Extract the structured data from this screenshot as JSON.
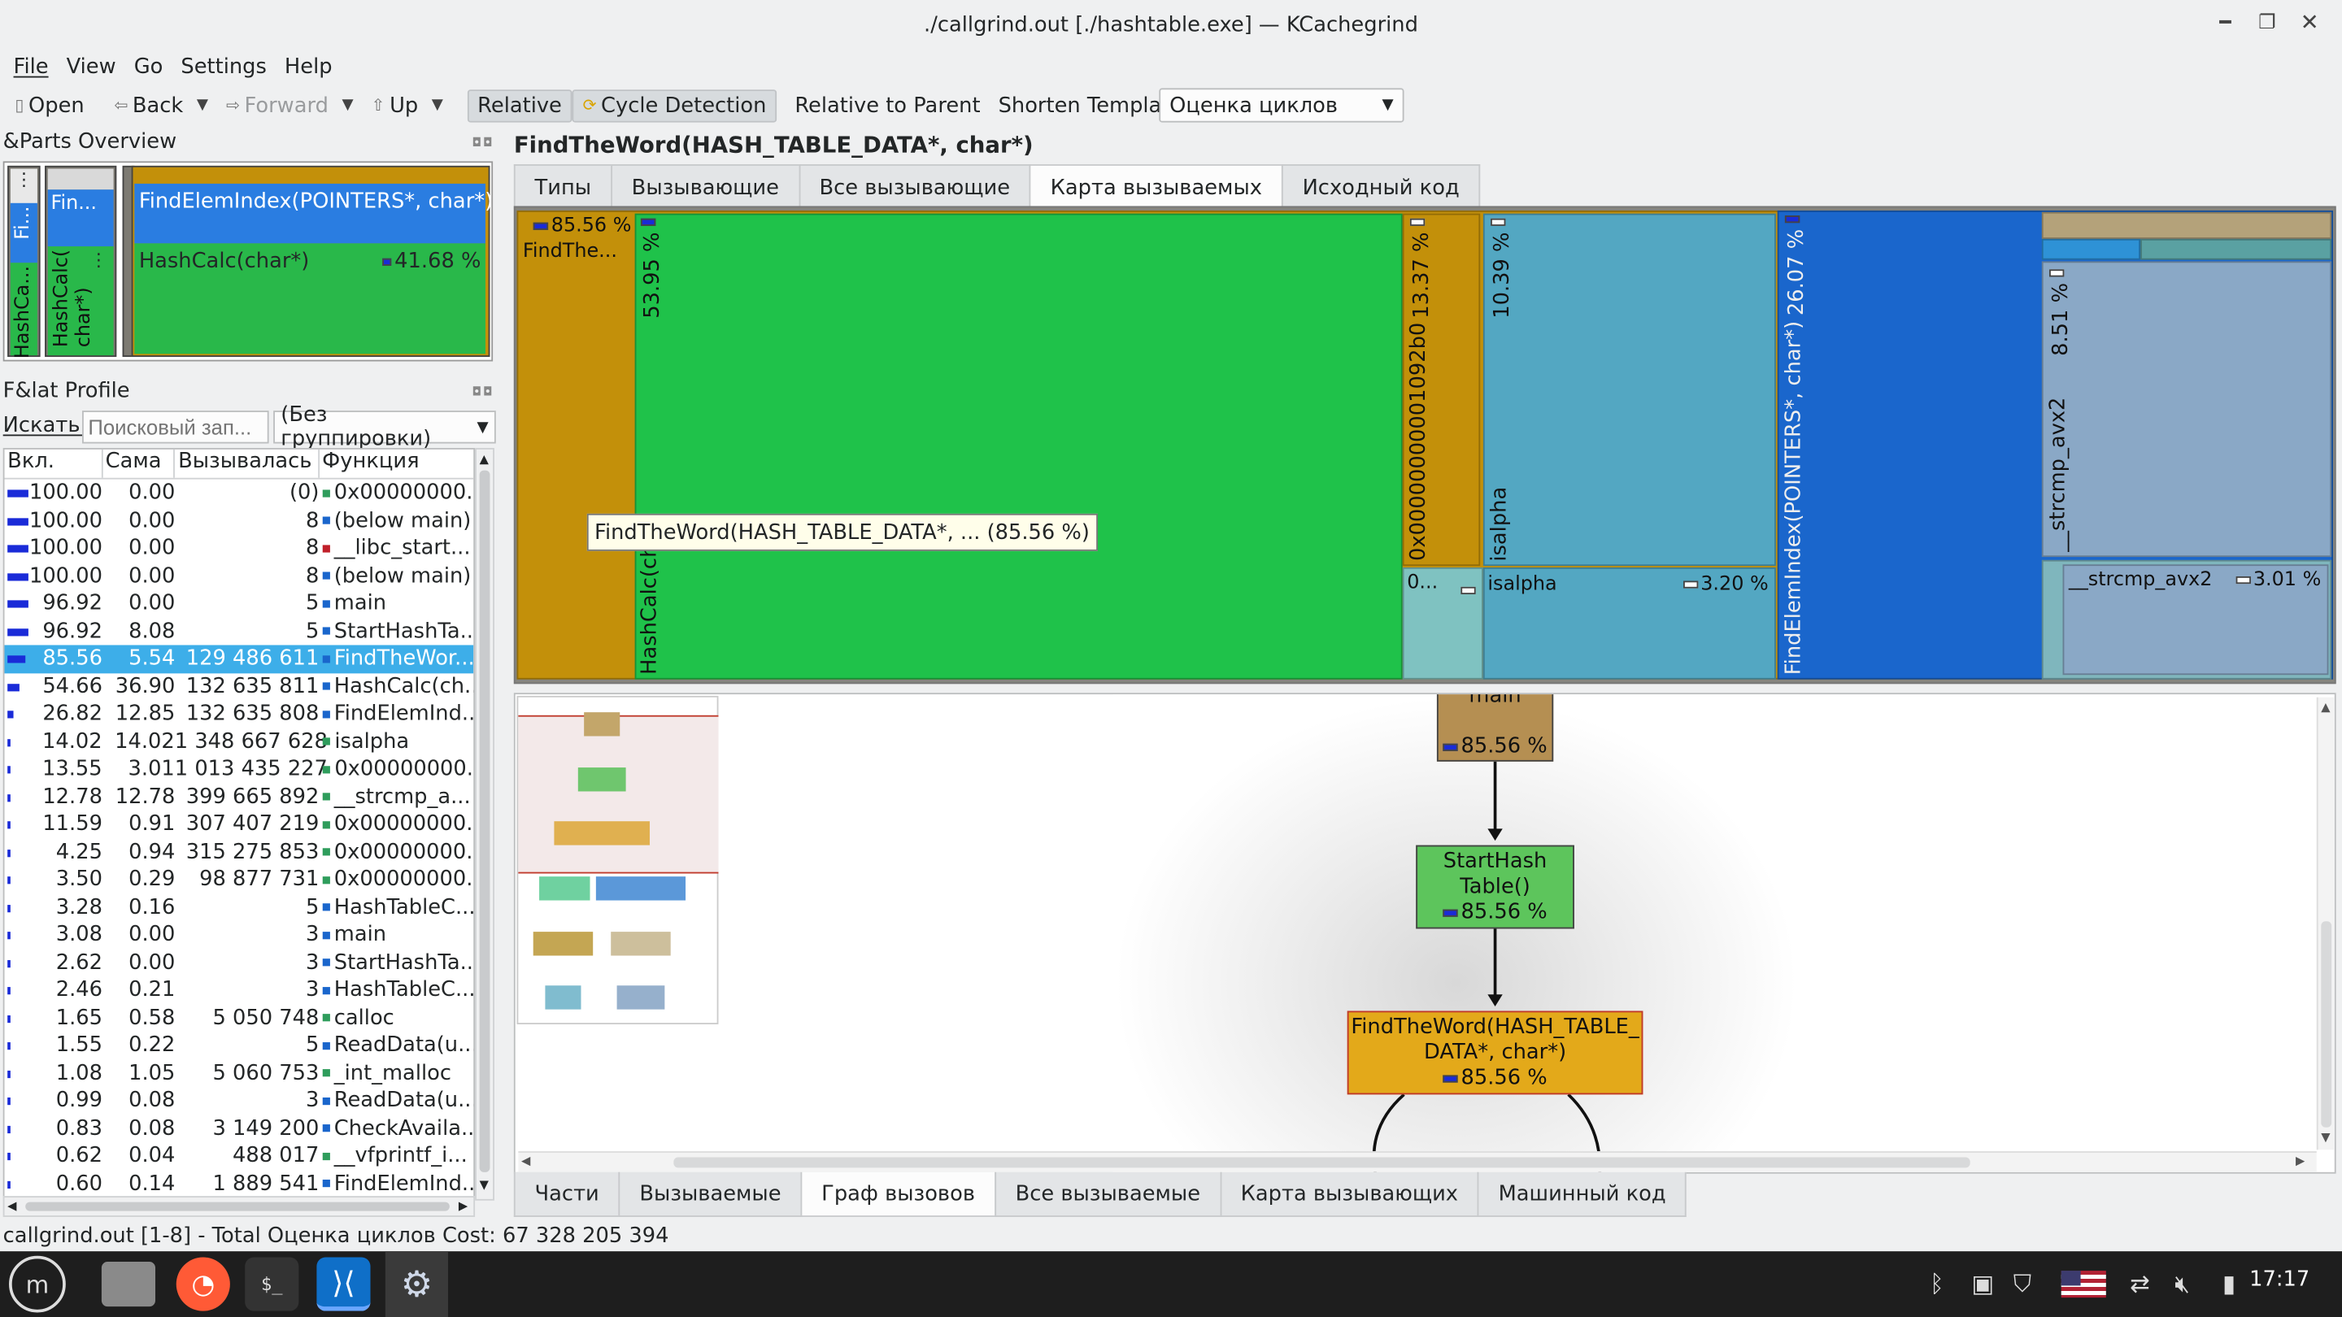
{
  "window": {
    "title": "./callgrind.out [./hashtable.exe] — KCachegrind"
  },
  "menu": [
    "File",
    "View",
    "Go",
    "Settings",
    "Help"
  ],
  "toolbar": {
    "open": "Open",
    "back": "Back",
    "forward": "Forward",
    "up": "Up",
    "relative": "Relative",
    "cycle": "Cycle Detection",
    "relative_parent": "Relative to Parent",
    "shorten": "Shorten Templates",
    "cost_type": "Оценка циклов"
  },
  "parts": {
    "title": "&Parts Overview",
    "labels": [
      "⋮",
      "Fi...",
      "HashCa...",
      "Fin...",
      "HashCalc(\nchar*)",
      "⋮",
      "FindElemIndex(POINTERS*, char*)",
      "HashCalc(char*)",
      "41.68 %"
    ]
  },
  "flat": {
    "title": "F&lat Profile",
    "search_label": "Искать:",
    "search_placeholder": "Поисковый зап...",
    "grouping": "(Без группировки)",
    "headers": [
      "Вкл.",
      "Сама",
      "Вызывалась",
      "Функция"
    ],
    "rows": [
      {
        "incl": "100.00",
        "self": "0.00",
        "called": "(0)",
        "func": "0x00000000...",
        "bar": 100,
        "color": "#2f9d5c"
      },
      {
        "incl": "100.00",
        "self": "0.00",
        "called": "8",
        "func": "(below main)",
        "bar": 100,
        "color": "#1a66cc"
      },
      {
        "incl": "100.00",
        "self": "0.00",
        "called": "8",
        "func": "__libc_start...",
        "bar": 100,
        "color": "#c0202a"
      },
      {
        "incl": "100.00",
        "self": "0.00",
        "called": "8",
        "func": "(below main)",
        "bar": 100,
        "color": "#1a66cc"
      },
      {
        "incl": "96.92",
        "self": "0.00",
        "called": "5",
        "func": "main",
        "bar": 97,
        "color": "#1a66cc"
      },
      {
        "incl": "96.92",
        "self": "8.08",
        "called": "5",
        "func": "StartHashTa...",
        "bar": 97,
        "color": "#1a66cc"
      },
      {
        "incl": "85.56",
        "self": "5.54",
        "called": "129 486 611",
        "func": "FindTheWor...",
        "bar": 86,
        "color": "#1a66cc",
        "selected": true
      },
      {
        "incl": "54.66",
        "self": "36.90",
        "called": "132 635 811",
        "func": "HashCalc(ch...",
        "bar": 55,
        "color": "#1a66cc"
      },
      {
        "incl": "26.82",
        "self": "12.85",
        "called": "132 635 808",
        "func": "FindElemInd...",
        "bar": 27,
        "color": "#1a66cc"
      },
      {
        "incl": "14.02",
        "self": "14.02",
        "called": "1 348 667 628",
        "func": "isalpha",
        "bar": 14,
        "color": "#2f9d5c"
      },
      {
        "incl": "13.55",
        "self": "3.01",
        "called": "1 013 435 227",
        "func": "0x00000000...",
        "bar": 14,
        "color": "#2f9d5c"
      },
      {
        "incl": "12.78",
        "self": "12.78",
        "called": "399 665 892",
        "func": "__strcmp_a...",
        "bar": 13,
        "color": "#2f9d5c"
      },
      {
        "incl": "11.59",
        "self": "0.91",
        "called": "307 407 219",
        "func": "0x00000000...",
        "bar": 12,
        "color": "#2f9d5c"
      },
      {
        "incl": "4.25",
        "self": "0.94",
        "called": "315 275 853",
        "func": "0x00000000...",
        "bar": 4,
        "color": "#2f9d5c"
      },
      {
        "incl": "3.50",
        "self": "0.29",
        "called": "98 877 731",
        "func": "0x00000000...",
        "bar": 4,
        "color": "#2f9d5c"
      },
      {
        "incl": "3.28",
        "self": "0.16",
        "called": "5",
        "func": "HashTableC...",
        "bar": 3,
        "color": "#1a66cc"
      },
      {
        "incl": "3.08",
        "self": "0.00",
        "called": "3",
        "func": "main",
        "bar": 3,
        "color": "#1a66cc"
      },
      {
        "incl": "2.62",
        "self": "0.00",
        "called": "3",
        "func": "StartHashTa...",
        "bar": 3,
        "color": "#1a66cc"
      },
      {
        "incl": "2.46",
        "self": "0.21",
        "called": "3",
        "func": "HashTableC...",
        "bar": 2,
        "color": "#1a66cc"
      },
      {
        "incl": "1.65",
        "self": "0.58",
        "called": "5 050 748",
        "func": "calloc",
        "bar": 2,
        "color": "#2f9d5c"
      },
      {
        "incl": "1.55",
        "self": "0.22",
        "called": "5",
        "func": "ReadData(u...",
        "bar": 2,
        "color": "#1a66cc"
      },
      {
        "incl": "1.08",
        "self": "1.05",
        "called": "5 060 753",
        "func": "_int_malloc",
        "bar": 1,
        "color": "#2f9d5c"
      },
      {
        "incl": "0.99",
        "self": "0.08",
        "called": "3",
        "func": "ReadData(u...",
        "bar": 1,
        "color": "#1a66cc"
      },
      {
        "incl": "0.83",
        "self": "0.08",
        "called": "3 149 200",
        "func": "CheckAvaila...",
        "bar": 1,
        "color": "#1a66cc"
      },
      {
        "incl": "0.62",
        "self": "0.04",
        "called": "488 017",
        "func": "__vfprintf_i...",
        "bar": 1,
        "color": "#2f9d5c"
      },
      {
        "incl": "0.60",
        "self": "0.14",
        "called": "1 889 541",
        "func": "FindElemInd...",
        "bar": 1,
        "color": "#1a66cc"
      }
    ]
  },
  "current_function": "FindTheWord(HASH_TABLE_DATA*, char*)",
  "top_tabs": [
    "Типы",
    "Вызывающие",
    "Все вызывающие",
    "Карта вызываемых",
    "Исходный код"
  ],
  "top_tab_active": 3,
  "treemap": {
    "root_pct": "85.56 %",
    "root_label": "FindThe...",
    "hashcalc_pct": "53.95 %",
    "hashcalc_label": "HashCalc(cha",
    "addr_pct": "13.37 %",
    "addr_label": "0x00000000001092b0",
    "isalpha_pct": "10.39 %",
    "isalpha_label": "isalpha",
    "small_label": "0...",
    "isalpha2_label": "isalpha",
    "isalpha2_pct": "3.20 %",
    "findelem_pct": "26.07 %",
    "findelem_label": "FindElemIndex(POINTERS*, char*)",
    "strcmp_pct": "8.51 %",
    "strcmp_label": "__strcmp_avx2",
    "strcmp2_label": "__strcmp_avx2",
    "strcmp2_pct": "3.01 %",
    "tooltip": "FindTheWord(HASH_TABLE_DATA*, ... (85.56 %)"
  },
  "graph": {
    "node_main_label": "main",
    "node_main_pct": "85.56 %",
    "node_start_label": "StartHash\nTable()",
    "node_start_pct": "85.56 %",
    "node_find_label": "FindTheWord(HASH_TABLE_\nDATA*, char*)",
    "node_find_pct": "85.56 %"
  },
  "bottom_tabs": [
    "Части",
    "Вызываемые",
    "Граф вызовов",
    "Все вызываемые",
    "Карта вызывающих",
    "Машинный код"
  ],
  "bottom_tab_active": 2,
  "status": "callgrind.out [1-8] - Total Оценка циклов Cost: 67 328 205 394",
  "clock": "17:17",
  "colors": {
    "selection": "#3daee9",
    "hashcalc_green": "#1fc24a",
    "findtheword_gold": "#c3900a",
    "findelem_blue": "#1a66cc"
  }
}
